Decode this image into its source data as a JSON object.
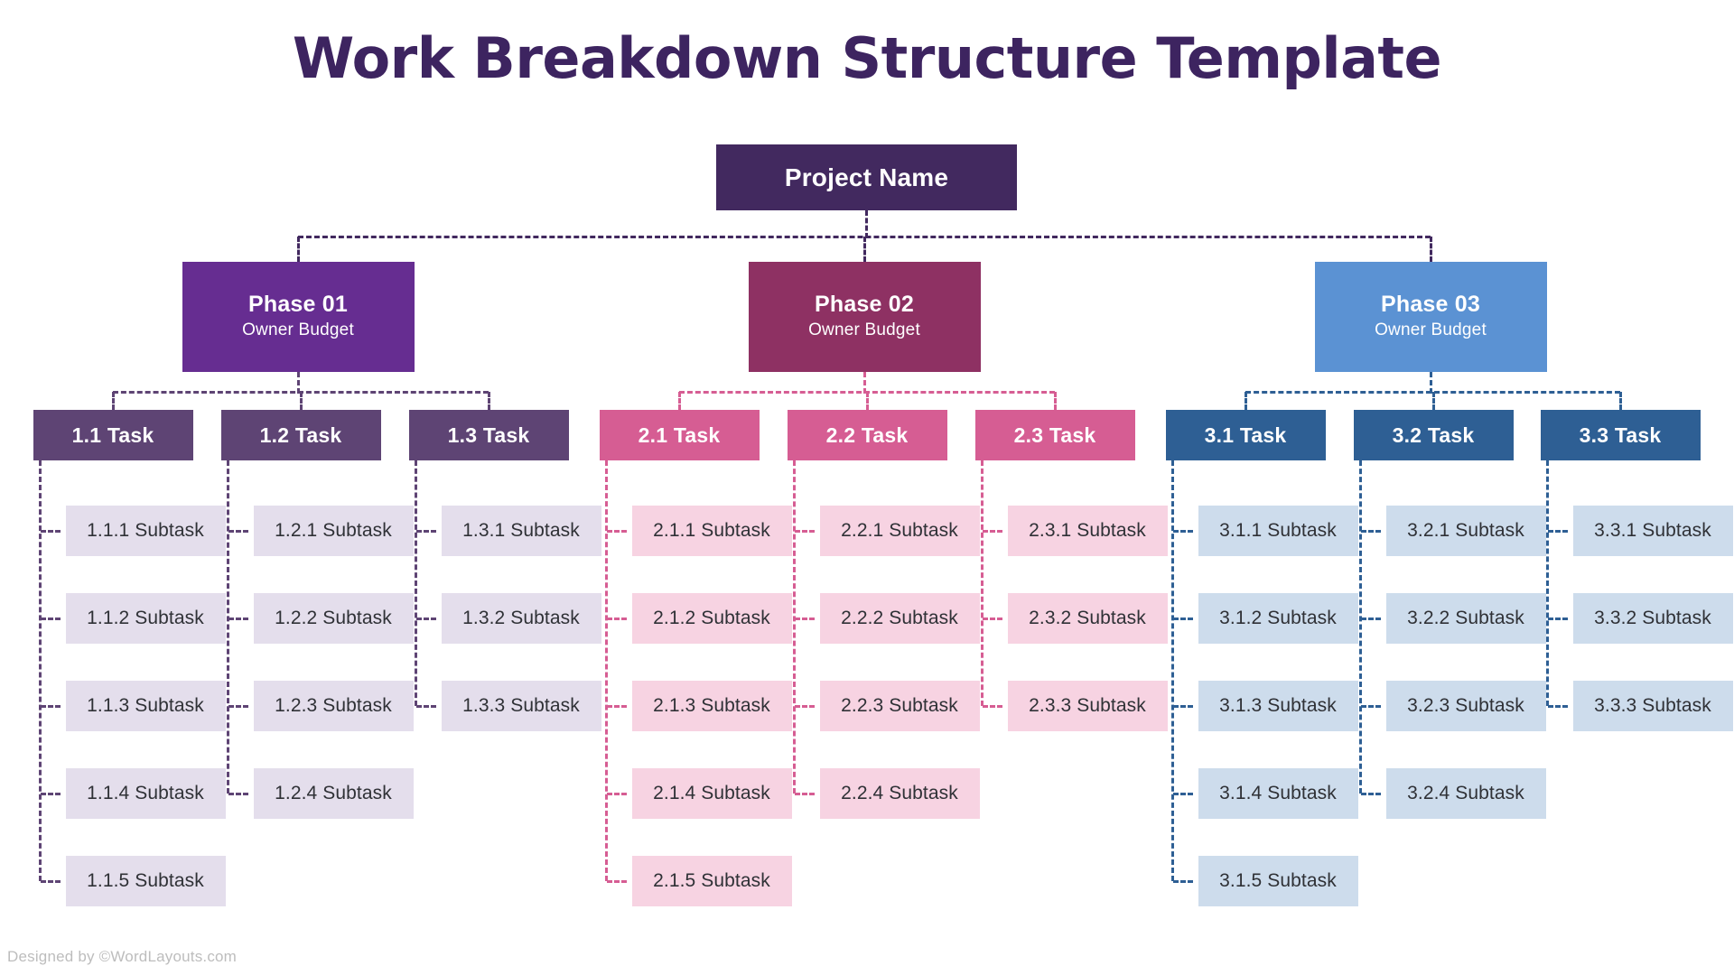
{
  "page": {
    "title": "Work Breakdown Structure Template",
    "title_color": "#3D2460",
    "background": "#FFFFFF",
    "footer_credit": "Designed by ©WordLayouts.com"
  },
  "root": {
    "label": "Project Name",
    "color": "#42295F"
  },
  "palette": {
    "root": "#42295F",
    "phase1": "#662D91",
    "phase2": "#8E3163",
    "phase3": "#5B92D3",
    "task1": "#5E4474",
    "task2": "#D65D93",
    "task3": "#2E5F94",
    "subtask1": "#E4DEEC",
    "subtask2": "#F7D3E2",
    "subtask3": "#CDDCEC",
    "connector1": "#5E4474",
    "connector2": "#D65D93",
    "connector3": "#2E5F94",
    "subtask_text": "#2F3136",
    "footer_text": "#BDBDBD"
  },
  "phases": [
    {
      "id": "phase-01",
      "title": "Phase 01",
      "subtitle": "Owner Budget",
      "color": "#662D91",
      "task_color": "#5E4474",
      "subtask_color": "#E4DEEC",
      "connector_color": "#5E4474",
      "tasks": [
        {
          "id": "task-1-1",
          "label": "1.1 Task",
          "subtasks": [
            "1.1.1 Subtask",
            "1.1.2 Subtask",
            "1.1.3 Subtask",
            "1.1.4 Subtask",
            "1.1.5 Subtask"
          ]
        },
        {
          "id": "task-1-2",
          "label": "1.2 Task",
          "subtasks": [
            "1.2.1 Subtask",
            "1.2.2 Subtask",
            "1.2.3 Subtask",
            "1.2.4 Subtask"
          ]
        },
        {
          "id": "task-1-3",
          "label": "1.3 Task",
          "subtasks": [
            "1.3.1 Subtask",
            "1.3.2 Subtask",
            "1.3.3 Subtask"
          ]
        }
      ]
    },
    {
      "id": "phase-02",
      "title": "Phase 02",
      "subtitle": "Owner Budget",
      "color": "#8E3163",
      "task_color": "#D65D93",
      "subtask_color": "#F7D3E2",
      "connector_color": "#D65D93",
      "tasks": [
        {
          "id": "task-2-1",
          "label": "2.1 Task",
          "subtasks": [
            "2.1.1 Subtask",
            "2.1.2 Subtask",
            "2.1.3 Subtask",
            "2.1.4 Subtask",
            "2.1.5 Subtask"
          ]
        },
        {
          "id": "task-2-2",
          "label": "2.2 Task",
          "subtasks": [
            "2.2.1 Subtask",
            "2.2.2 Subtask",
            "2.2.3 Subtask",
            "2.2.4 Subtask"
          ]
        },
        {
          "id": "task-2-3",
          "label": "2.3 Task",
          "subtasks": [
            "2.3.1 Subtask",
            "2.3.2 Subtask",
            "2.3.3 Subtask"
          ]
        }
      ]
    },
    {
      "id": "phase-03",
      "title": "Phase 03",
      "subtitle": "Owner Budget",
      "color": "#5B92D3",
      "task_color": "#2E5F94",
      "subtask_color": "#CDDCEC",
      "connector_color": "#2E5F94",
      "tasks": [
        {
          "id": "task-3-1",
          "label": "3.1 Task",
          "subtasks": [
            "3.1.1 Subtask",
            "3.1.2 Subtask",
            "3.1.3 Subtask",
            "3.1.4 Subtask",
            "3.1.5 Subtask"
          ]
        },
        {
          "id": "task-3-2",
          "label": "3.2 Task",
          "subtasks": [
            "3.2.1 Subtask",
            "3.2.2 Subtask",
            "3.2.3 Subtask",
            "3.2.4 Subtask"
          ]
        },
        {
          "id": "task-3-3",
          "label": "3.3 Task",
          "subtasks": [
            "3.3.1 Subtask",
            "3.3.2 Subtask",
            "3.3.3 Subtask"
          ]
        }
      ]
    }
  ]
}
